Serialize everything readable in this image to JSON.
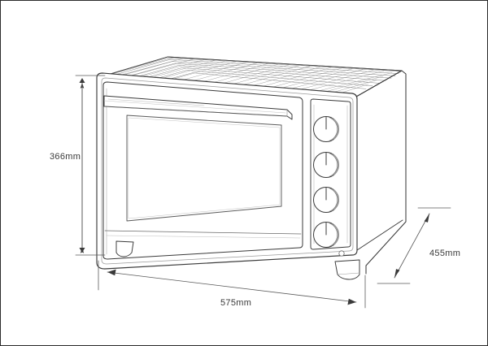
{
  "drawing": {
    "subject": "countertop-oven",
    "style": "line-art-technical-illustration",
    "view": "three-quarter-perspective",
    "background_color": "#ffffff",
    "line_color": "#3a3a3a",
    "border_color": "#2b2b2b",
    "label_color": "#3a3a3a"
  },
  "dimensions": {
    "height": {
      "label": "366mm",
      "value": 366,
      "unit": "mm",
      "axis": "vertical",
      "position": "left"
    },
    "width": {
      "label": "575mm",
      "value": 575,
      "unit": "mm",
      "axis": "horizontal",
      "position": "bottom"
    },
    "depth": {
      "label": "455mm",
      "value": 455,
      "unit": "mm",
      "axis": "diagonal",
      "position": "right"
    }
  },
  "product_features": {
    "top_panel": "ventilation-grille",
    "door": "glass-window-door",
    "handle": "horizontal-bar-handle",
    "knob_count": 4,
    "knobs": [
      "knob-1",
      "knob-2",
      "knob-3",
      "knob-4"
    ],
    "indicator_light": "power-indicator",
    "feet_count": 2
  }
}
